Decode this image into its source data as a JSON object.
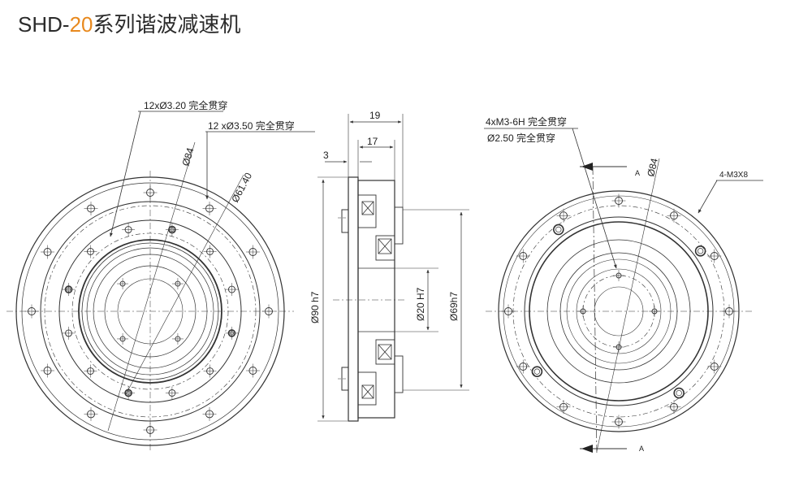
{
  "title": {
    "prefix": "SHD-",
    "number": "20",
    "suffix": "系列谐波减速机"
  },
  "front_view": {
    "callout_holes_a": "12xØ3.20 完全贯穿",
    "callout_holes_b": "12 xØ3.50 完全贯穿",
    "dim_pcd_outer": "Ø84",
    "dim_pcd_inner": "Ø61.40"
  },
  "side_view": {
    "dim_total_width": "19",
    "dim_body_width": "17",
    "dim_flange": "3",
    "dim_outer_dia": "Ø90 h7",
    "dim_bore": "Ø20 H7",
    "dim_spigot": "Ø69h7"
  },
  "rear_view": {
    "callout_threads_a": "4xM3-6H 完全贯穿",
    "callout_threads_b": "Ø2.50 完全贯穿",
    "callout_m3x8": "4-M3X8",
    "dim_pcd": "Ø84",
    "section_label_top": "A",
    "section_label_bottom": "A"
  },
  "colors": {
    "accent": "#e8891e",
    "line": "#333333"
  }
}
